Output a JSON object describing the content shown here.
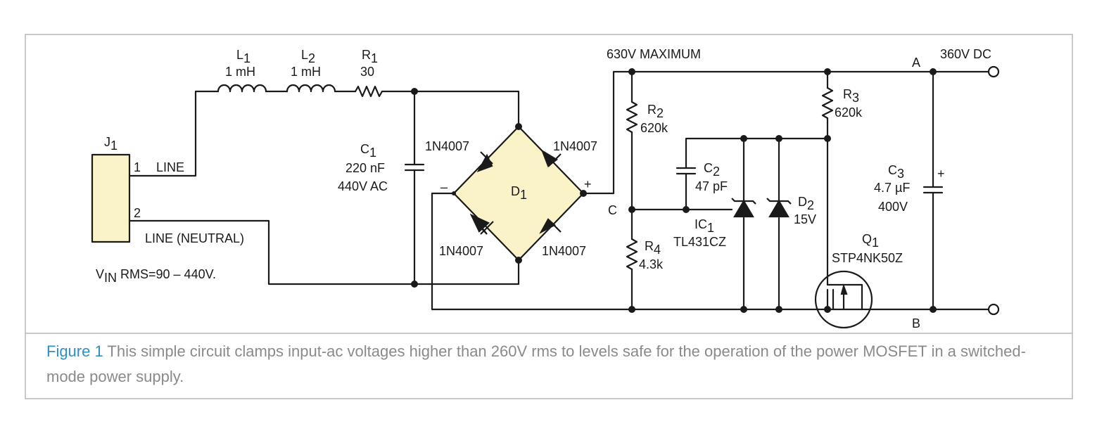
{
  "colors": {
    "wire": "#1a1a1a",
    "fill": "#fbf3c8",
    "caption": "#8a8a8a",
    "figure_label": "#2f8fc4",
    "border": "#c9c9c9"
  },
  "labels": {
    "j1": "J",
    "j1_sub": "1",
    "pin1": "1",
    "pin2": "2",
    "line": "LINE",
    "line_neutral": "LINE (NEUTRAL)",
    "vin_v": "V",
    "vin_sub": "IN",
    "vin_rest": " RMS=90 – 440V.",
    "l1": "L",
    "l1_sub": "1",
    "l1_val": "1 mH",
    "l2": "L",
    "l2_sub": "2",
    "l2_val": "1 mH",
    "r1": "R",
    "r1_sub": "1",
    "r1_val": "30",
    "c1": "C",
    "c1_sub": "1",
    "c1_val": "220 nF",
    "c1_rating": "440V AC",
    "diode_tl": "1N4007",
    "diode_tr": "1N4007",
    "diode_bl": "1N4007",
    "diode_br": "1N4007",
    "d1": "D",
    "d1_sub": "1",
    "minus": "–",
    "plus": "+",
    "max": "630V MAXIMUM",
    "r2": "R",
    "r2_sub": "2",
    "r2_val": "620k",
    "r3": "R",
    "r3_sub": "3",
    "r3_val": "620k",
    "r4": "R",
    "r4_sub": "4",
    "r4_val": "4.3k",
    "c2": "C",
    "c2_sub": "2",
    "c2_val": "47 pF",
    "node_c": "C",
    "ic1": "IC",
    "ic1_sub": "1",
    "ic1_part": "TL431CZ",
    "d2": "D",
    "d2_sub": "2",
    "d2_val": "15V",
    "q1": "Q",
    "q1_sub": "1",
    "q1_part": "STP4NK50Z",
    "c3": "C",
    "c3_sub": "3",
    "c3_val": "4.7 µF",
    "c3_rating": "400V",
    "c3_plus": "+",
    "node_a": "A",
    "node_b": "B",
    "out": "360V DC"
  },
  "caption": {
    "figure": "Figure 1",
    "text": " This simple circuit clamps input-ac voltages higher than 260V rms to levels safe for the operation of the power MOSFET in a switched-mode power supply."
  }
}
